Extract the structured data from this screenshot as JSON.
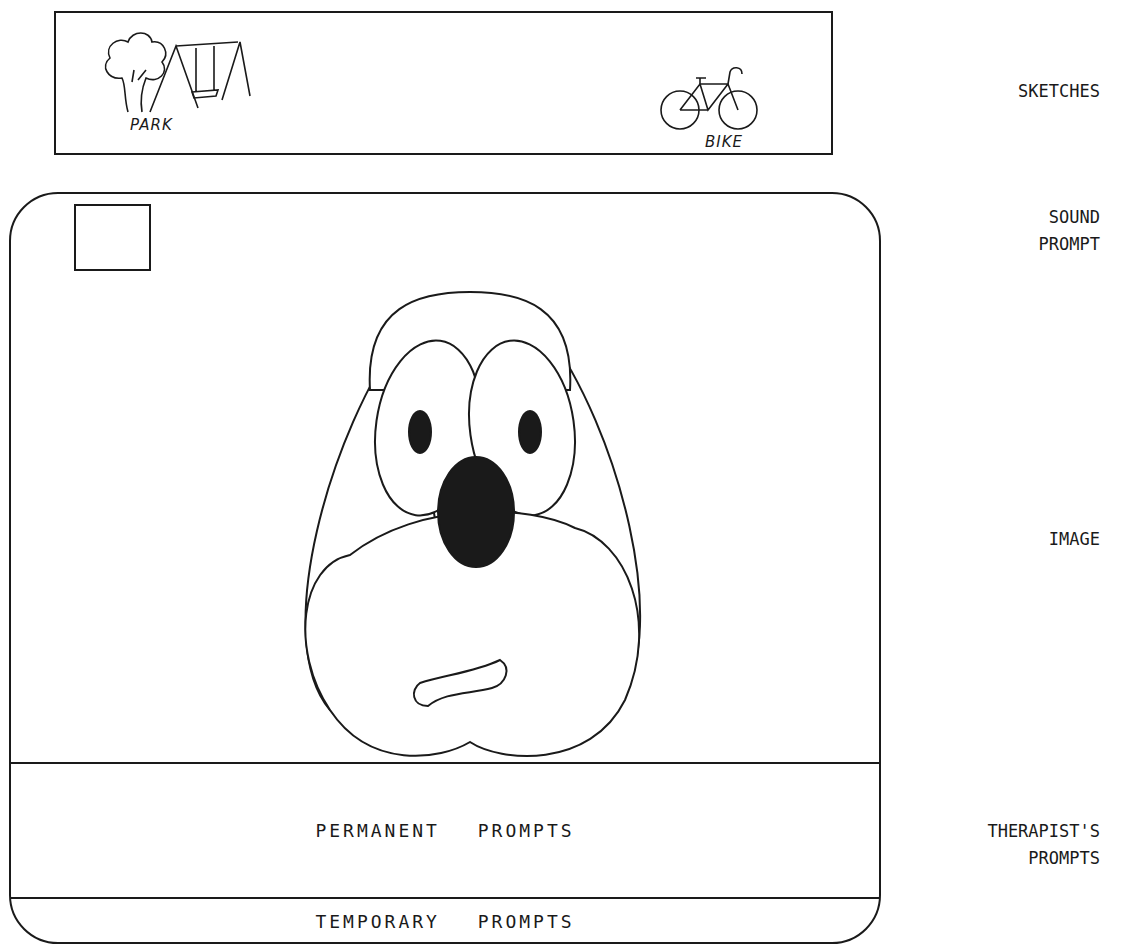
{
  "diagram": {
    "nodes": [
      {
        "text": [
          "PARK",
          "BIKE"
        ]
      },
      {
        "text": [
          "PERMANENT PROMPTS"
        ]
      },
      {
        "text": [
          "TEMPORARY PROMPTS"
        ]
      }
    ],
    "labels": [
      "SKETCHES",
      "SOUND PROMPT",
      "IMAGE",
      "THERAPIST'S PROMPTS"
    ]
  }
}
